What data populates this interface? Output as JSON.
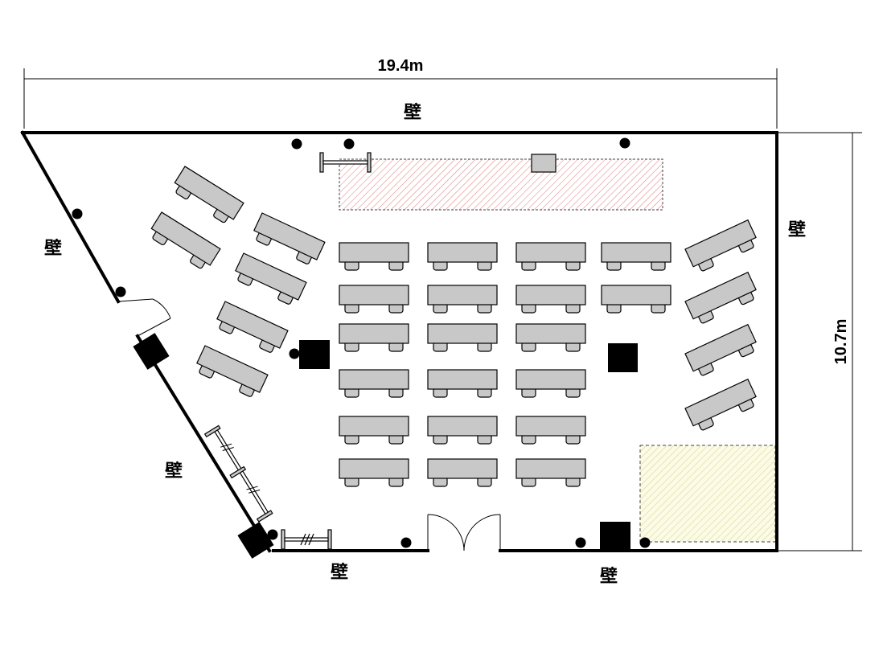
{
  "dimensions": {
    "width": "19.4m",
    "height": "10.7m"
  },
  "walls": {
    "top": "壁",
    "right": "壁",
    "upper_left": "壁",
    "lower_left": "壁",
    "bottom_left": "壁",
    "bottom_right": "壁"
  },
  "colors": {
    "stage_hatch": "#e07878",
    "area_hatch": "#d4d08a",
    "area_fill": "#fbfbe6",
    "furniture": "#c8c8c8",
    "wall": "#000000"
  }
}
